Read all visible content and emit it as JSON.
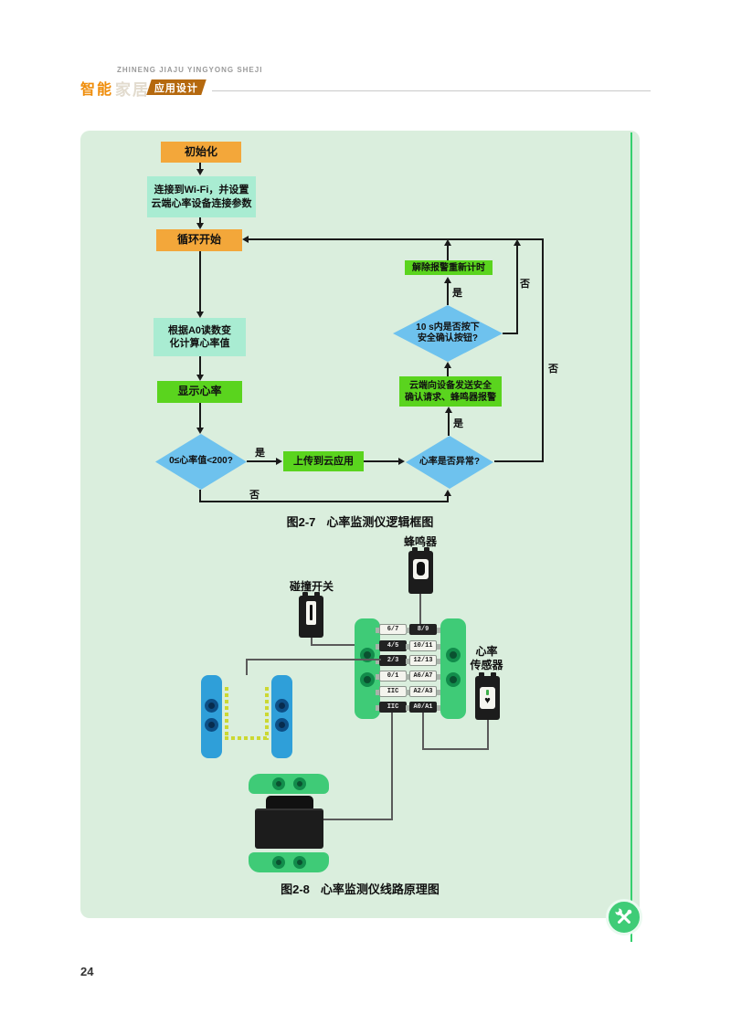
{
  "header": {
    "pinyin": "ZHINENG JIAJU YINGYONG SHEJI",
    "brand_bold": "智能",
    "brand_faint": "家居",
    "brand_box": "应用设计"
  },
  "flowchart": {
    "yes": "是",
    "no": "否",
    "nodes": {
      "init": "初始化",
      "wifi": "连接到Wi-Fi，并设置\n云端心率设备连接参数",
      "loop_start": "循环开始",
      "calc": "根据A0读数变\n化计算心率值",
      "display": "显示心率",
      "range_check": "0≤心率值<200?",
      "upload": "上传到云应用",
      "abnormal_check": "心率是否异常?",
      "cloud_request": "云端向设备发送安全\n确认请求、蜂鸣器报警",
      "button_check": "10 s内是否按下\n安全确认按钮?",
      "reset_alarm": "解除报警重新计时"
    },
    "caption": {
      "num": "图2-7",
      "text": "心率监测仪逻辑框图"
    }
  },
  "circuit": {
    "buzzer_label": "蜂鸣器",
    "switch_label": "碰撞开关",
    "sensor_label": "心率\n传感器",
    "sensor_heart_glyph": "♥",
    "hub": {
      "left_pins": [
        {
          "label": "6/7",
          "active": false
        },
        {
          "label": "4/5",
          "active": true
        },
        {
          "label": "2/3",
          "active": true
        },
        {
          "label": "0/1",
          "active": false
        },
        {
          "label": "IIC",
          "active": false
        },
        {
          "label": "IIC",
          "active": true
        }
      ],
      "right_pins": [
        {
          "label": "8/9",
          "active": true
        },
        {
          "label": "10/11",
          "active": false
        },
        {
          "label": "12/13",
          "active": false
        },
        {
          "label": "A6/A7",
          "active": false
        },
        {
          "label": "A2/A3",
          "active": false
        },
        {
          "label": "A0/A1",
          "active": true
        }
      ]
    },
    "caption": {
      "num": "图2-8",
      "text": "心率监测仪线路原理图"
    }
  },
  "page_number": "24",
  "colors": {
    "panel_bg": "#daeedd",
    "accent_line": "#35d06e",
    "terminal_orange": "#f3a73a",
    "process_teal": "#a9ecd2",
    "process_green": "#5ad41e",
    "decision_blue": "#6ec2ee",
    "hub_green": "#3fcb77",
    "module_blue": "#2f9fd9",
    "module_black": "#1c1c1c",
    "dot_yellow": "#ccd832",
    "brand_orange": "#ef8d0b",
    "brand_box_bg": "#b5690f"
  }
}
